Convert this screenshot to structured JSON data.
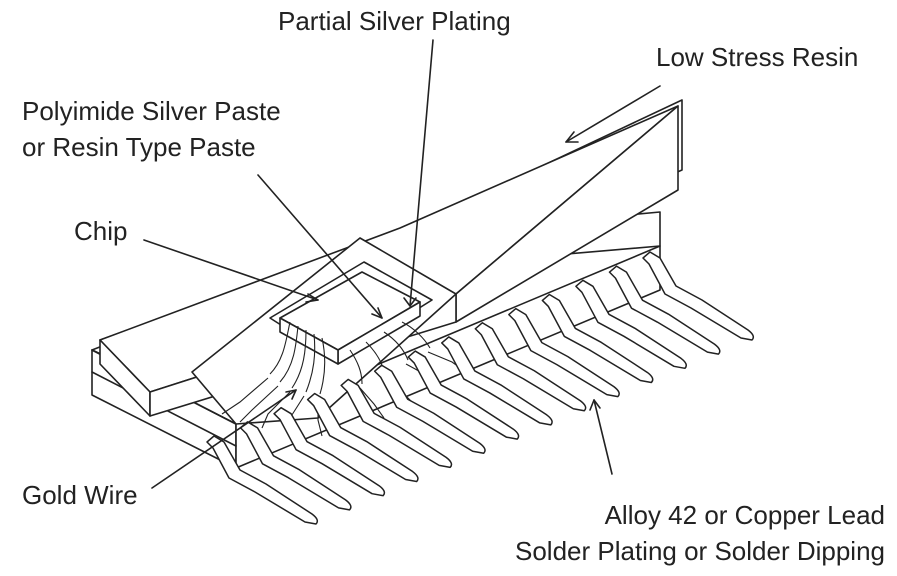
{
  "diagram": {
    "labels": {
      "partial_silver_plating": "Partial Silver Plating",
      "low_stress_resin": "Low Stress Resin",
      "paste_line1": "Polyimide Silver Paste",
      "paste_line2": "or Resin Type Paste",
      "chip": "Chip",
      "gold_wire": "Gold Wire",
      "lead_line1": "Alloy 42 or Copper Lead",
      "lead_line2": "Solder Plating or Solder Dipping"
    },
    "colors": {
      "line": "#222222",
      "background": "#ffffff"
    }
  }
}
